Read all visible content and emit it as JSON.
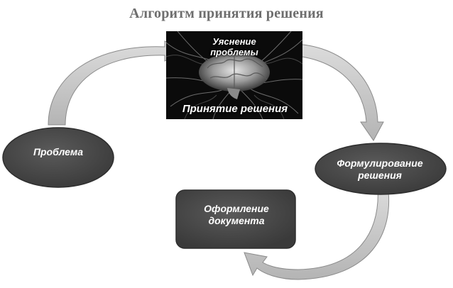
{
  "title": "Алгоритм принятия решения",
  "nodes": {
    "problem": "Проблема",
    "formulate_line1": "Формулирование",
    "formulate_line2": "решения",
    "document_line1": "Оформление",
    "document_line2": "документа",
    "clarify_line1": "Уяснение",
    "clarify_line2": "проблемы",
    "decision": "Принятие решения"
  },
  "colors": {
    "node_fill": "#4a4a4a",
    "node_stroke": "#2e2e2e",
    "arrow_fill": "#c8c8c8",
    "arrow_stroke": "#8a8a8a",
    "image_bg": "#0b0b0b"
  },
  "icons": {
    "center_image": "brain-image"
  }
}
